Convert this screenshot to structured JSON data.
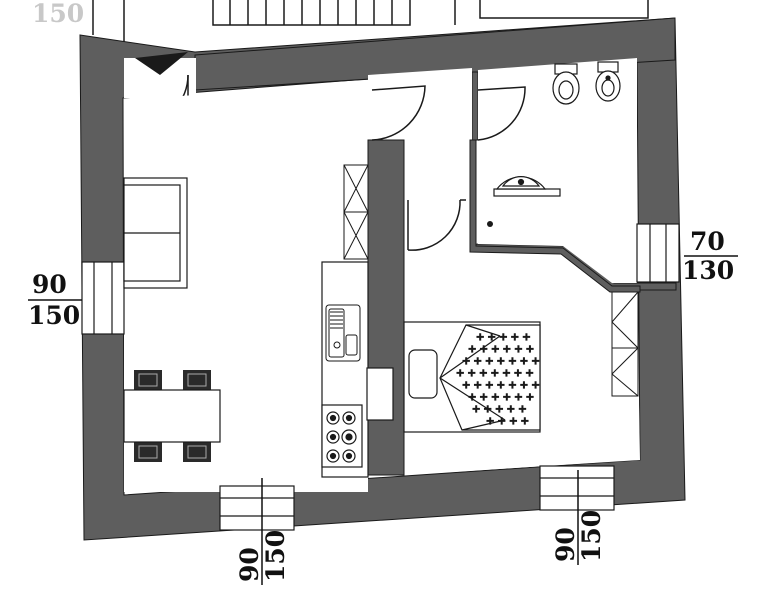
{
  "plan": {
    "wall_color": "#5e5e5e",
    "line_color": "#1a1a1a",
    "floor_color": "#ffffff",
    "entrance_arrow_icon": "entrance-arrow-icon"
  },
  "dimensions": {
    "top_left_partial": "150",
    "right_window": {
      "width": "70",
      "height": "130"
    },
    "left_window": {
      "width": "90",
      "height": "150"
    },
    "bottom_left_window": {
      "width": "90",
      "height": "150"
    },
    "bottom_right_window": {
      "width": "90",
      "height": "150"
    }
  }
}
